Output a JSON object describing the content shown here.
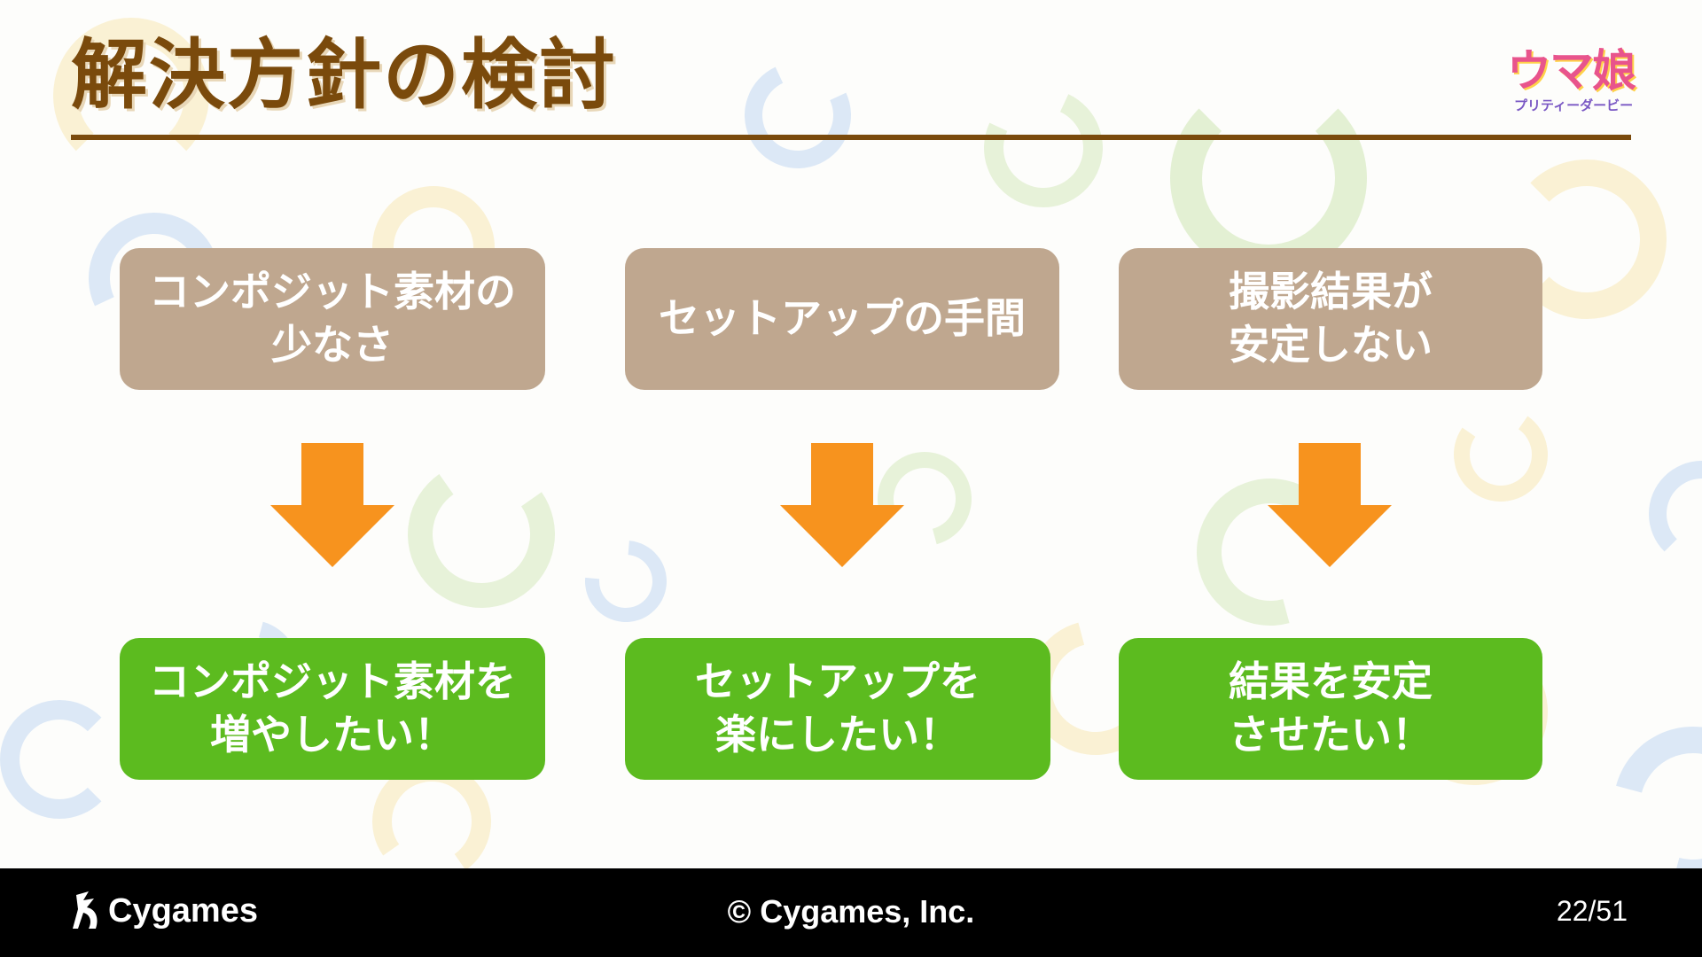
{
  "slide": {
    "title": "解決方針の検討",
    "logo_main": "ウマ娘",
    "logo_sub": "プリティーダービー"
  },
  "problems": [
    {
      "text": "コンポジット素材の\n少なさ"
    },
    {
      "text": "セットアップの手間"
    },
    {
      "text": "撮影結果が\n安定しない"
    }
  ],
  "goals": [
    {
      "text": "コンポジット素材を\n増やしたい！"
    },
    {
      "text": "セットアップを\n楽にしたい！"
    },
    {
      "text": "結果を安定\nさせたい！"
    }
  ],
  "footer": {
    "brand": "Cygames",
    "copyright": "© Cygames, Inc.",
    "page": "22/51"
  },
  "colors": {
    "title": "#7a4a0c",
    "problem_box": "#bfa78f",
    "goal_box": "#5cbb1f",
    "arrow": "#f7931e",
    "footer_bg": "#000000"
  }
}
